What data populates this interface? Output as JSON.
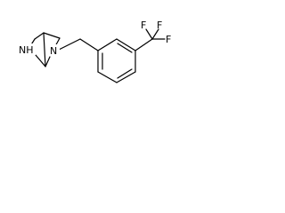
{
  "molecule": {
    "atom_labels": {
      "nh": "NH",
      "n": "N",
      "f_top_left": "F",
      "f_top_right": "F",
      "f_right": "F"
    },
    "colors": {
      "bond": "#000000",
      "label": "#000000",
      "background": "#ffffff"
    }
  }
}
